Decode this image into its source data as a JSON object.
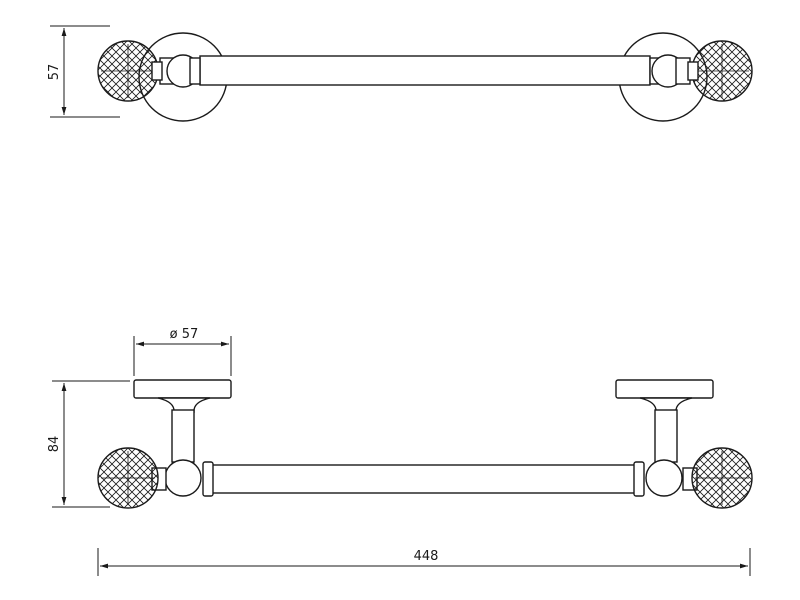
{
  "dimensions": {
    "top_height": "57",
    "diameter": "ø 57",
    "side_height": "84",
    "total_length": "448"
  }
}
